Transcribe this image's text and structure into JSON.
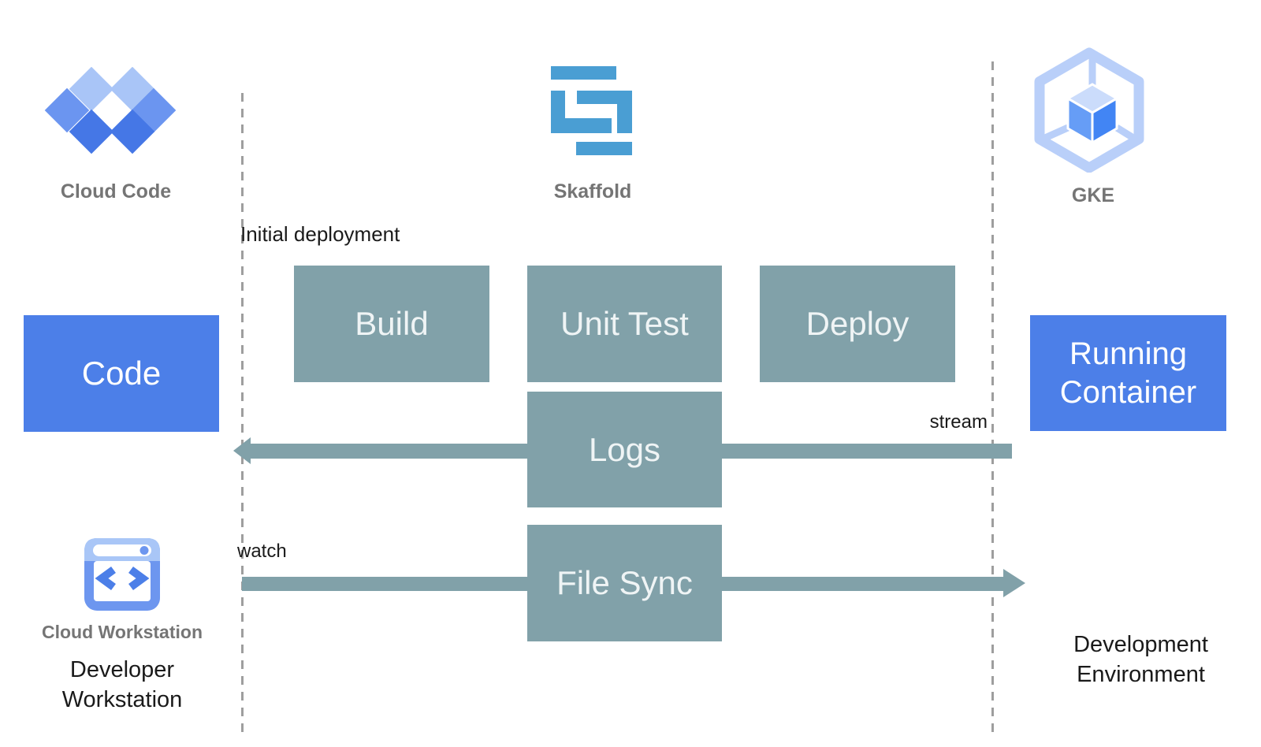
{
  "palette": {
    "background": "#ffffff",
    "teal_box": "#81A1A9",
    "teal_box_text": "#EFF4F5",
    "blue_box": "#4C7FE8",
    "skaffold_blue": "#4A9ED3",
    "gray_label": "#757575",
    "black_text": "#1A1A1A",
    "dash_line": "#9E9E9E",
    "logo_light_blue": "#A9C5F7",
    "logo_medium_blue": "#6B95F0",
    "logo_dark_blue": "#4577E6",
    "gke_outline": "#B9CFF9",
    "gke_cube_top": "#CBDCFB",
    "gke_cube_left": "#669DF6",
    "gke_cube_right": "#4285F4"
  },
  "headers": {
    "cloud_code": "Cloud Code",
    "skaffold": "Skaffold",
    "gke": "GKE"
  },
  "boxes": {
    "code": "Code",
    "build": "Build",
    "unit_test": "Unit Test",
    "deploy": "Deploy",
    "logs": "Logs",
    "file_sync": "File Sync",
    "running_container": "Running Container"
  },
  "labels": {
    "initial_deployment": "Initial deployment",
    "stream": "stream",
    "watch": "watch",
    "cloud_workstation": "Cloud Workstation",
    "developer_workstation": "Developer Workstation",
    "development_environment": "Development Environment"
  }
}
